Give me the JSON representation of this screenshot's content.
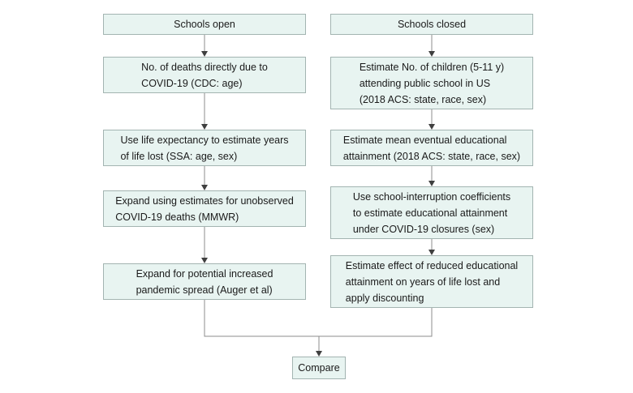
{
  "palette": {
    "box_fill": "#e8f4f1",
    "box_border": "#a3b4b1",
    "arrow_line": "#8c8c8c",
    "arrow_head": "#3f3f3f",
    "text": "#1a1a1a",
    "background": "#ffffff"
  },
  "flowchart": {
    "left_column": {
      "header": "Schools open",
      "boxes": [
        {
          "lines": [
            "No. of deaths directly due to",
            "COVID-19 (CDC: age)"
          ]
        },
        {
          "lines": [
            "Use life expectancy to estimate years",
            "of life lost (SSA: age, sex)"
          ]
        },
        {
          "lines": [
            "Expand using estimates for unobserved",
            "COVID-19 deaths (MMWR)"
          ]
        },
        {
          "lines": [
            "Expand for potential increased",
            "pandemic spread (Auger et al)"
          ]
        }
      ]
    },
    "right_column": {
      "header": "Schools closed",
      "boxes": [
        {
          "lines": [
            "Estimate No. of children (5-11 y)",
            "attending public school in US",
            "(2018 ACS: state, race, sex)"
          ]
        },
        {
          "lines": [
            "Estimate mean eventual educational",
            "attainment (2018 ACS: state, race, sex)"
          ]
        },
        {
          "lines": [
            "Use school-interruption coefficients",
            "to estimate educational attainment",
            "under COVID-19 closures (sex)"
          ]
        },
        {
          "lines": [
            "Estimate effect of reduced educational",
            "attainment on years of life lost and",
            "apply discounting"
          ]
        }
      ]
    },
    "compare_label": "Compare"
  }
}
